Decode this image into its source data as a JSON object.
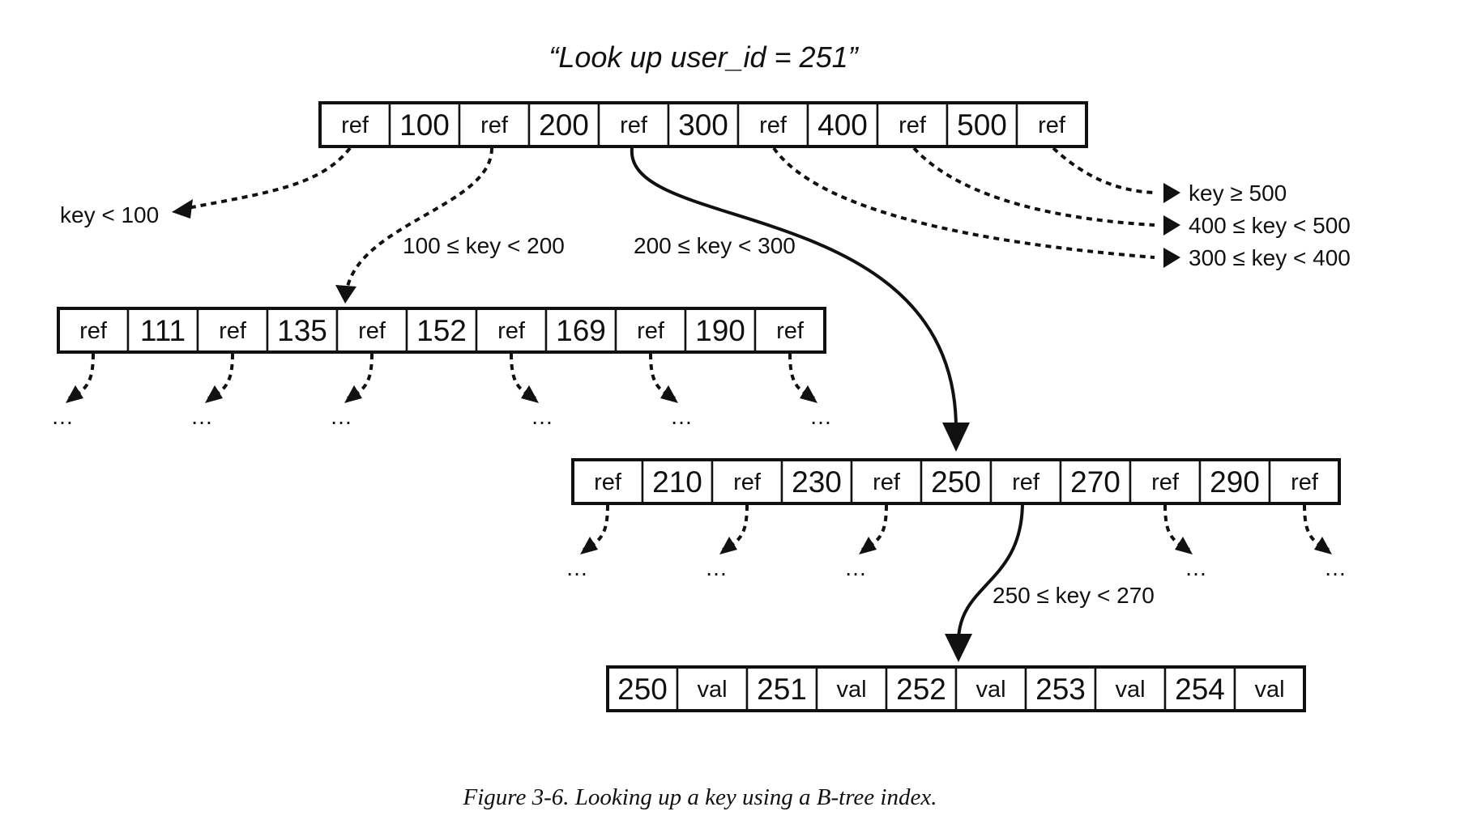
{
  "query": "“Look up user_id = 251”",
  "caption": "Figure 3-6. Looking up a key using a B-tree index.",
  "nodes": [
    {
      "id": "root",
      "cells": [
        "ref",
        "100",
        "ref",
        "200",
        "ref",
        "300",
        "ref",
        "400",
        "ref",
        "500",
        "ref"
      ]
    },
    {
      "id": "node-100-200",
      "cells": [
        "ref",
        "111",
        "ref",
        "135",
        "ref",
        "152",
        "ref",
        "169",
        "ref",
        "190",
        "ref"
      ]
    },
    {
      "id": "node-200-300",
      "cells": [
        "ref",
        "210",
        "ref",
        "230",
        "ref",
        "250",
        "ref",
        "270",
        "ref",
        "290",
        "ref"
      ]
    },
    {
      "id": "leaf-250-270",
      "cells": [
        "250",
        "val",
        "251",
        "val",
        "252",
        "val",
        "253",
        "val",
        "254",
        "val"
      ]
    }
  ],
  "range_labels": {
    "key_lt_100": "key < 100",
    "range_100_200": "100 ≤ key < 200",
    "range_200_300": "200 ≤ key < 300",
    "key_ge_500": "key ≥ 500",
    "range_400_500": "400 ≤ key < 500",
    "range_300_400": "300 ≤ key < 400",
    "range_250_270": "250 ≤ key < 270"
  },
  "ellipsis": "…"
}
